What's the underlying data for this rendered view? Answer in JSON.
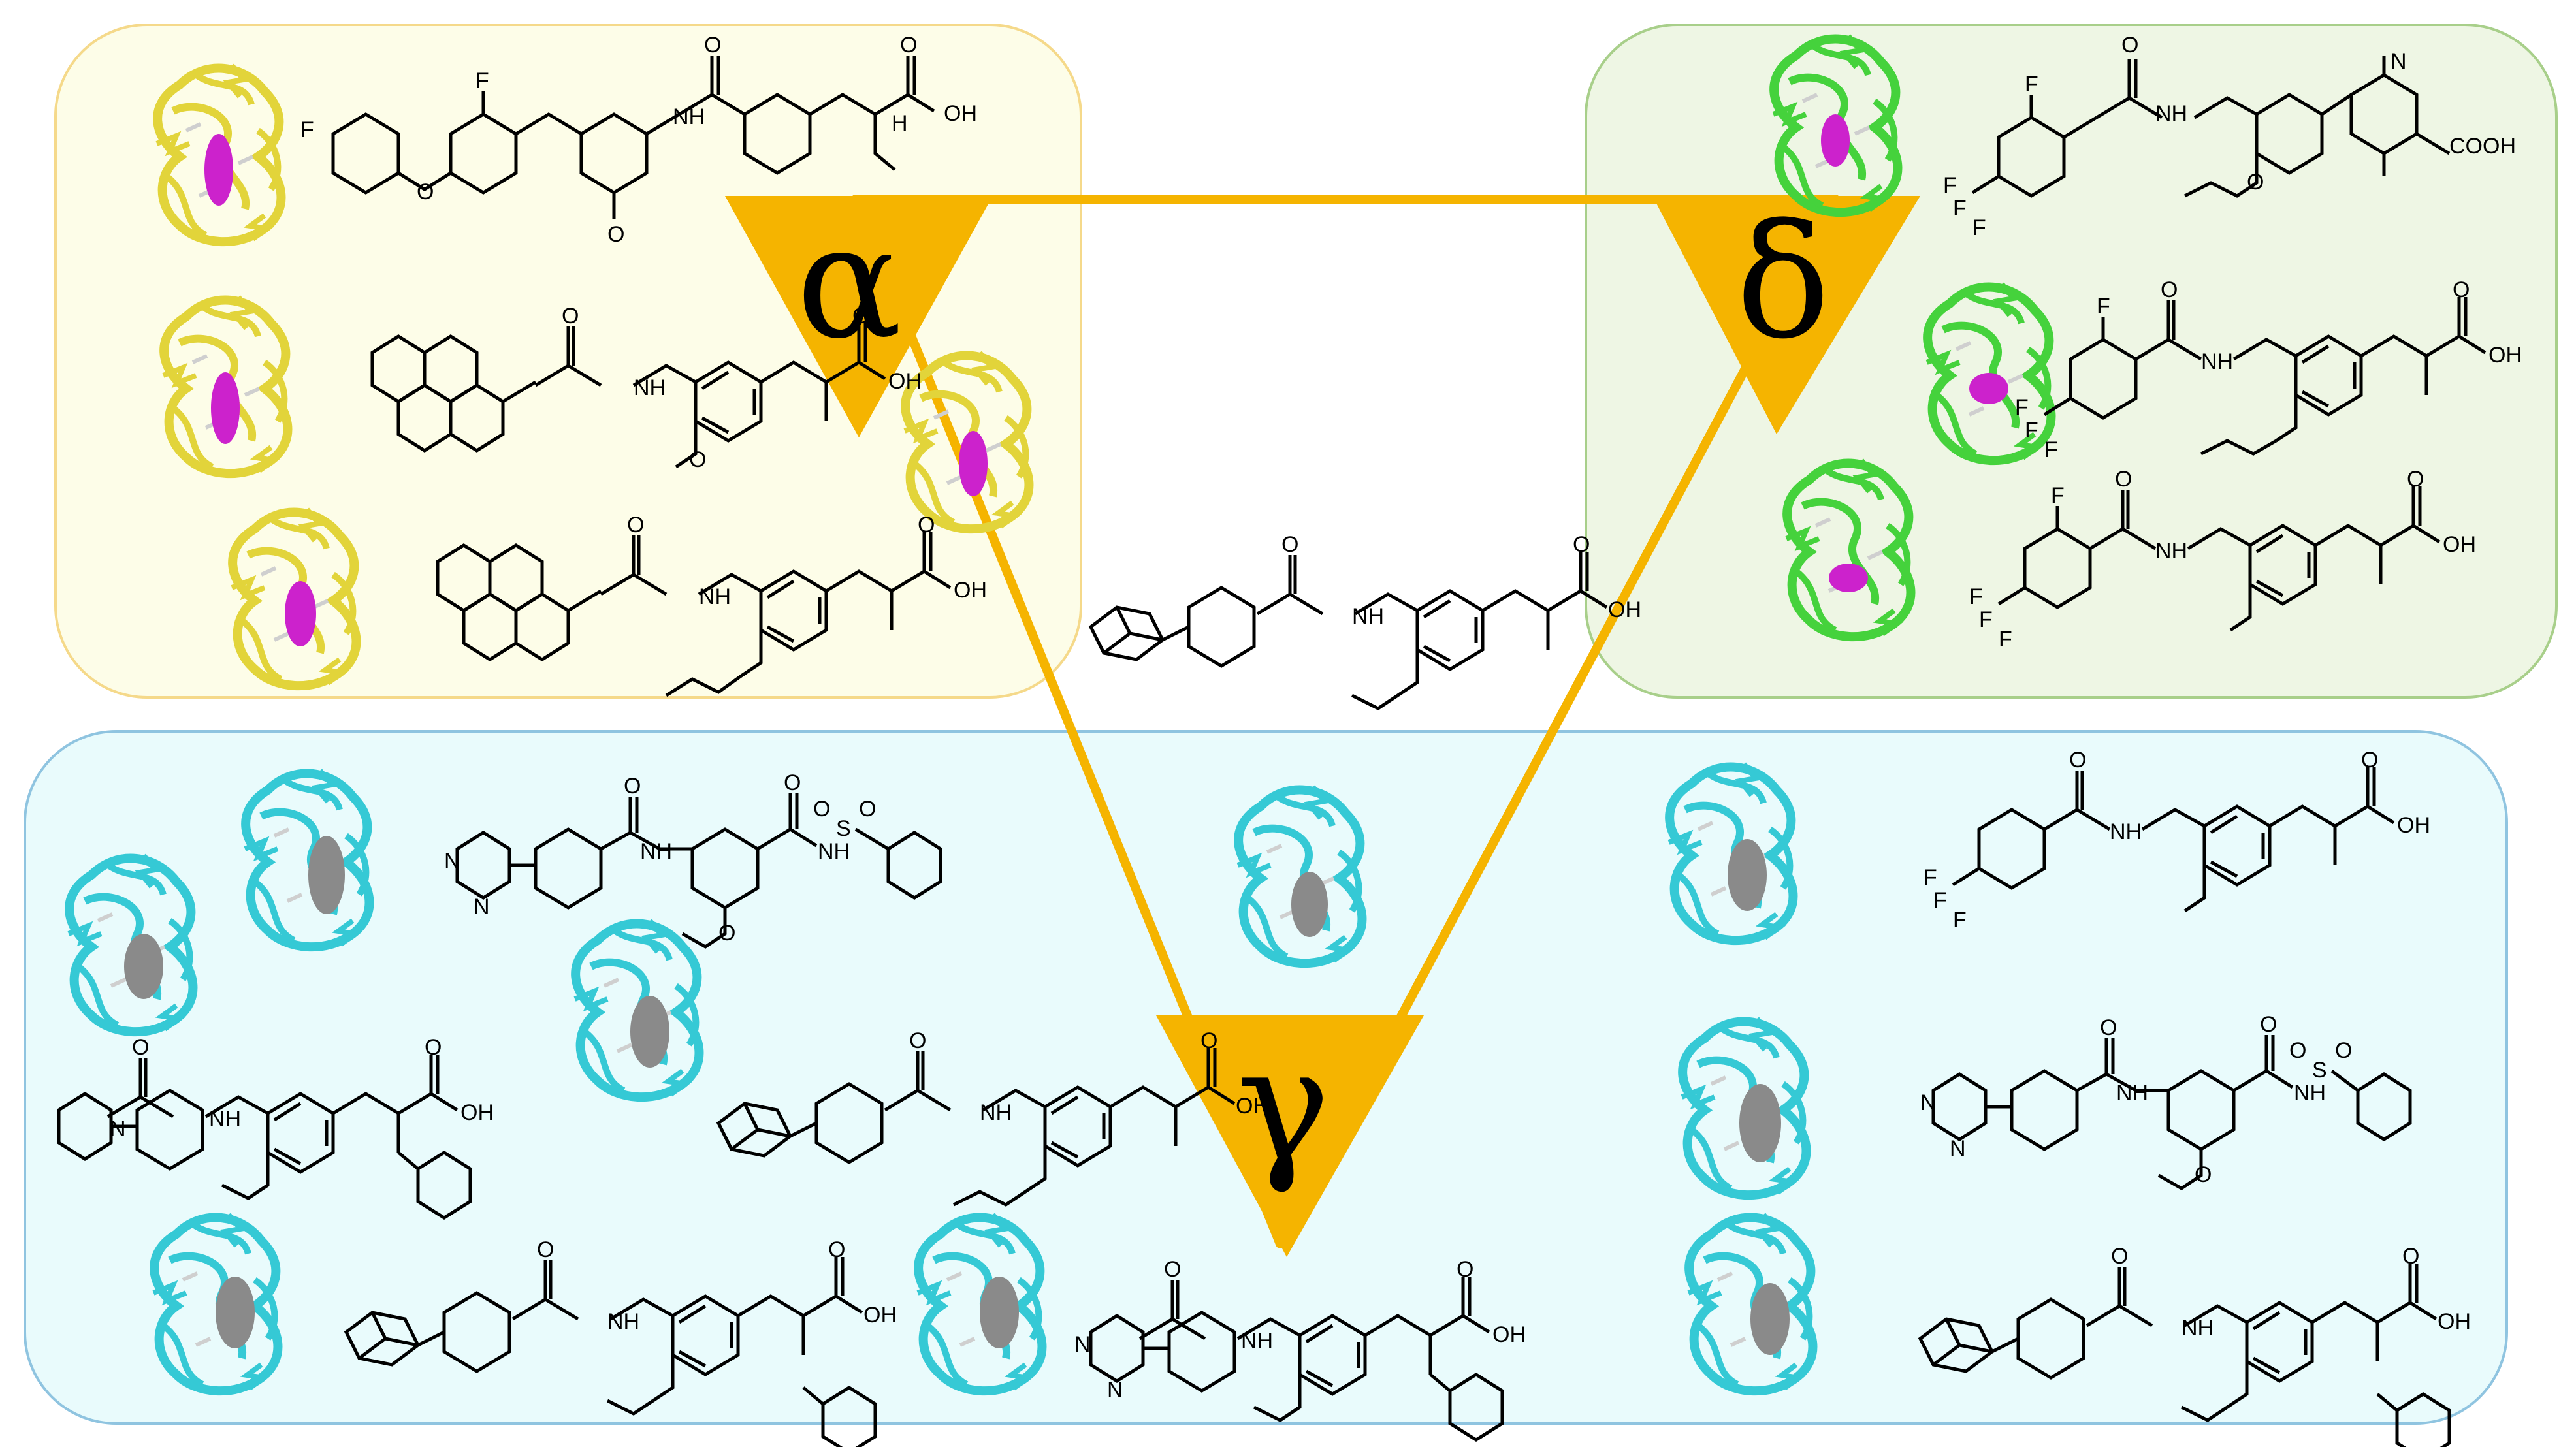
{
  "vertices": {
    "alpha": "α",
    "delta": "δ",
    "gamma": "γ"
  },
  "atom_labels": {
    "oh": "OH",
    "h": "H",
    "nh": "N\nH",
    "n": "N",
    "o": "O",
    "f": "F",
    "s": "S",
    "cooh": "COOH"
  },
  "panels": {
    "alpha": {
      "fill": "#fdfde8",
      "stroke": "#f5d98a"
    },
    "delta": {
      "fill": "#eef6e4",
      "stroke": "#a8cf8a"
    },
    "gamma": {
      "fill": "#e9fbfc",
      "stroke": "#8fc4e0"
    }
  },
  "colors": {
    "triangle": "#f5b400",
    "protein_alpha": "#e2d43a",
    "protein_delta": "#45d23c",
    "protein_gamma": "#35c9d5",
    "ligand_alpha_delta": "#cc22cc",
    "ligand_gamma": "#8a8a8a"
  },
  "icons": [
    "protein-ribbon-icon",
    "ligand-sphere-icon"
  ]
}
